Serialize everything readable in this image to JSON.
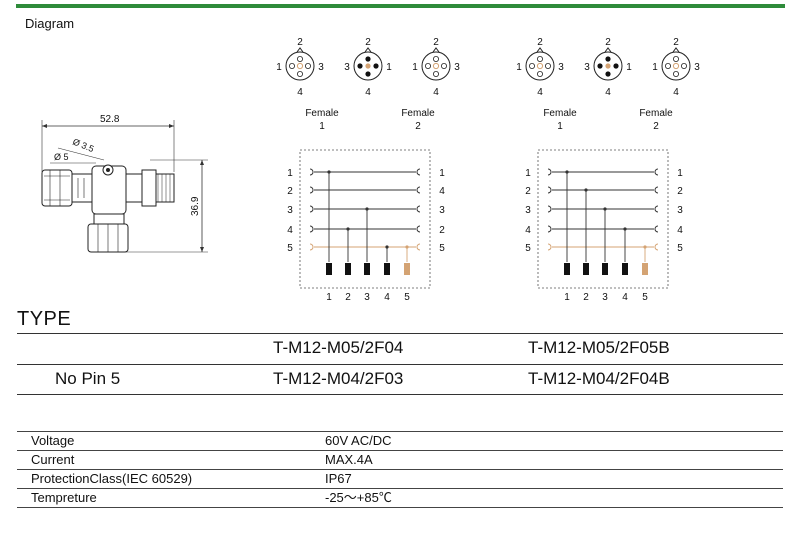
{
  "header": {
    "diagram_title": "Diagram"
  },
  "drawing": {
    "length": "52.8",
    "height": "36.9",
    "dia_large": "Ø 3.5",
    "dia_small": "Ø 5"
  },
  "pinout": {
    "left": {
      "female1_label": "Female\n1",
      "female2_label": "Female\n2",
      "left_pins": [
        "1",
        "2",
        "3",
        "4",
        "5"
      ],
      "right_pins": [
        "1",
        "4",
        "3",
        "2",
        "5"
      ],
      "bottom_pins": [
        "1",
        "2",
        "3",
        "4",
        "5"
      ]
    },
    "right": {
      "female1_label": "Female\n1",
      "female2_label": "Female\n2",
      "left_pins": [
        "1",
        "2",
        "3",
        "4",
        "5"
      ],
      "right_pins": [
        "1",
        "2",
        "3",
        "4",
        "5"
      ],
      "bottom_pins": [
        "1",
        "2",
        "3",
        "4",
        "5"
      ]
    },
    "connector_pin_numbers": {
      "top": "2",
      "left": "1",
      "right": "3",
      "bottom": "4"
    },
    "connector_pin_numbers_mirrored": {
      "top": "2",
      "left": "3",
      "right": "1",
      "bottom": "4"
    }
  },
  "type_section": {
    "heading": "TYPE",
    "rows": [
      {
        "label": "",
        "model_a": "T-M12-M05/2F04",
        "model_b": "T-M12-M05/2F05B"
      },
      {
        "label": "No Pin 5",
        "model_a": "T-M12-M04/2F03",
        "model_b": "T-M12-M04/2F04B"
      }
    ]
  },
  "specs": [
    {
      "name": "Voltage",
      "value": "60V AC/DC"
    },
    {
      "name": "Current",
      "value": "MAX.4A"
    },
    {
      "name": "ProtectionClass(IEC 60529)",
      "value": "IP67"
    },
    {
      "name": "Tempreture",
      "value": "-25～+85℃"
    }
  ],
  "colors": {
    "accent_bar": "#2e8b3a",
    "pin5": "#d4a373",
    "pin_black": "#111111"
  }
}
